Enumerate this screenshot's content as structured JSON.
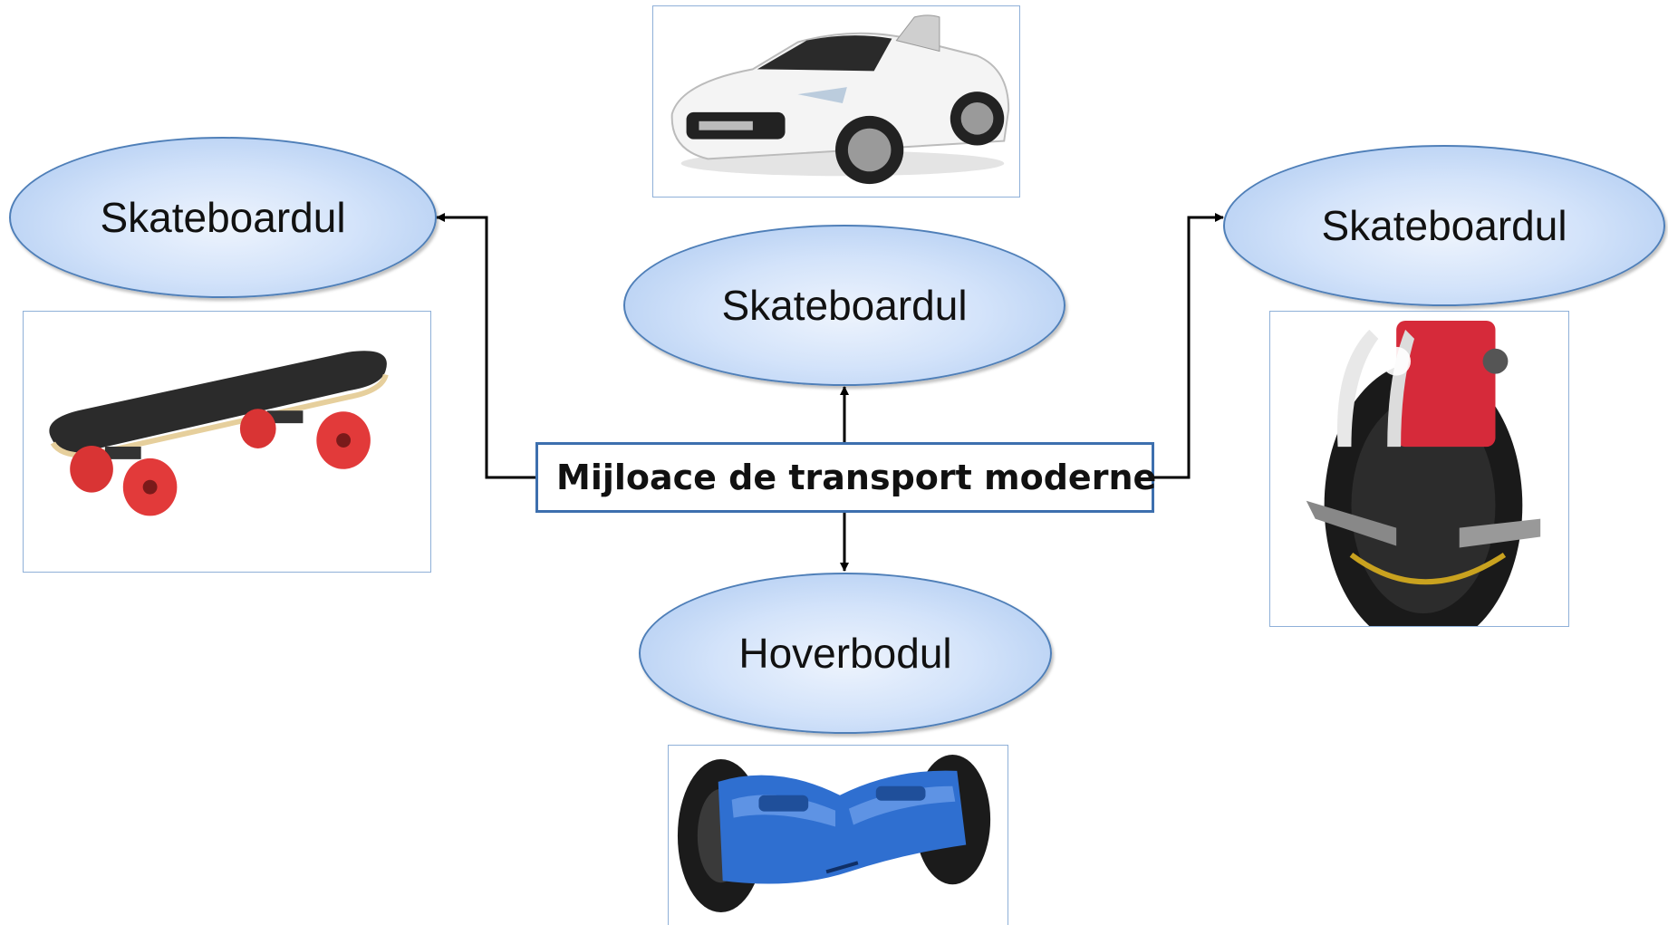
{
  "diagram": {
    "center": {
      "label": "Mijloace de transport moderne"
    },
    "nodes": {
      "left": {
        "label": "Skateboardul",
        "image": "skateboard-icon"
      },
      "top": {
        "label": "Skateboardul",
        "image": "toy-car-icon"
      },
      "right": {
        "label": "Skateboardul",
        "image": "electric-unicycle-icon"
      },
      "bottom": {
        "label": "Hoverbodul",
        "image": "hoverboard-icon"
      }
    },
    "colors": {
      "ellipse_border": "#4f7fb8",
      "ellipse_fill": "#d3e3fa",
      "box_border": "#3d6fae",
      "arrow": "#000000"
    }
  }
}
